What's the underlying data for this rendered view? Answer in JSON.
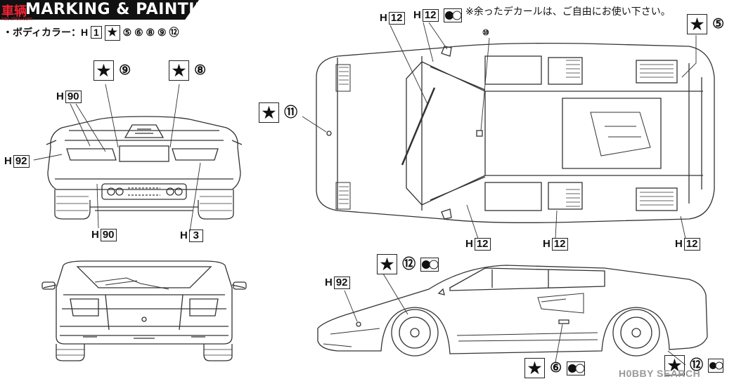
{
  "header": {
    "logo_text": "車辆",
    "logo_url": "nao.shou.com",
    "title": "MARKING & PAINTING"
  },
  "body_color": {
    "prefix": "・ボディカラー：",
    "paint_code": "H",
    "paint_number": "1",
    "decal_icon": "star-icon",
    "decals": [
      "⑤",
      "⑥",
      "⑧",
      "⑨",
      "⑫"
    ]
  },
  "note": "※余ったデカールは、ご自由にお使い下さい。",
  "rear_view_labels": {
    "decal_9": "⑨",
    "decal_8": "⑧",
    "h90_top": {
      "code": "H",
      "number": "90"
    },
    "h92": {
      "code": "H",
      "number": "92"
    },
    "h90_bottom": {
      "code": "H",
      "number": "90"
    },
    "h3": {
      "code": "H",
      "number": "3"
    }
  },
  "top_view_labels": {
    "h12_a": {
      "code": "H",
      "number": "12"
    },
    "h12_b": {
      "code": "H",
      "number": "12"
    },
    "decal_10": "⑩",
    "decal_11": "⑪",
    "decal_5": "⑤",
    "h12_c": {
      "code": "H",
      "number": "12"
    },
    "h12_d": {
      "code": "H",
      "number": "12"
    },
    "h12_e": {
      "code": "H",
      "number": "12"
    }
  },
  "side_view_labels": {
    "decal_12a": "⑫",
    "h92": {
      "code": "H",
      "number": "92"
    },
    "decal_6": "⑥",
    "decal_12b": "⑫"
  },
  "watermark": "H0BBY SEARCH",
  "icons": {
    "star": "★",
    "checker": "checker-icon"
  }
}
